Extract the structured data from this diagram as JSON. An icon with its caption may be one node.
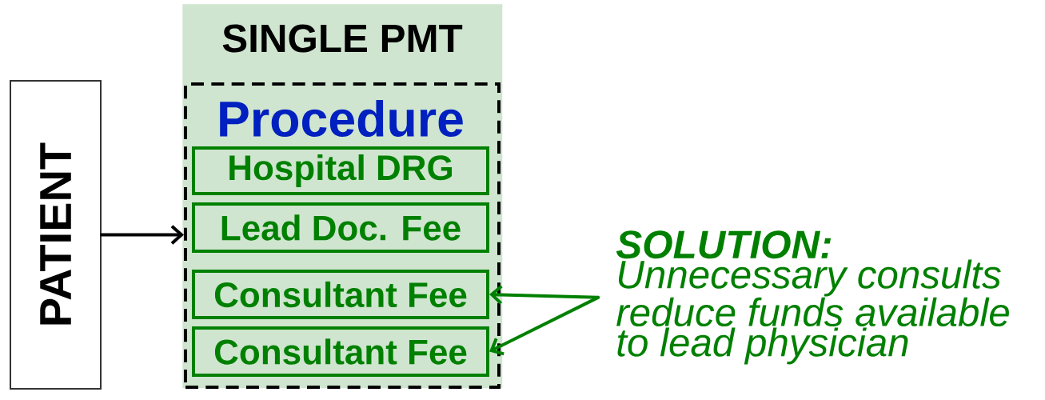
{
  "diagram": {
    "nodes": [
      {
        "text": [
          "PATIENT"
        ]
      },
      {
        "text": [
          "SINGLE PMT"
        ]
      },
      {
        "text": [
          "Procedure"
        ],
        "in": 1
      },
      {
        "text": [
          "Hospital DRG"
        ],
        "in": 2
      },
      {
        "text": [
          "Lead Doc. Fee"
        ],
        "in": 2
      },
      {
        "text": [
          "Consultant Fee"
        ],
        "in": 2
      },
      {
        "text": [
          "Consultant Fee"
        ],
        "in": 2
      },
      {
        "text": [
          "SOLUTION:",
          "Unnecessary consults reduce funds available to lead physician"
        ]
      }
    ],
    "edges": [
      {
        "from": 0,
        "to": 2,
        "arrow": "to",
        "color": "#000000"
      },
      {
        "from": 7,
        "to": 5,
        "arrow": "to",
        "color": "#008000"
      },
      {
        "from": 7,
        "to": 6,
        "arrow": "to",
        "color": "#008000"
      }
    ]
  }
}
